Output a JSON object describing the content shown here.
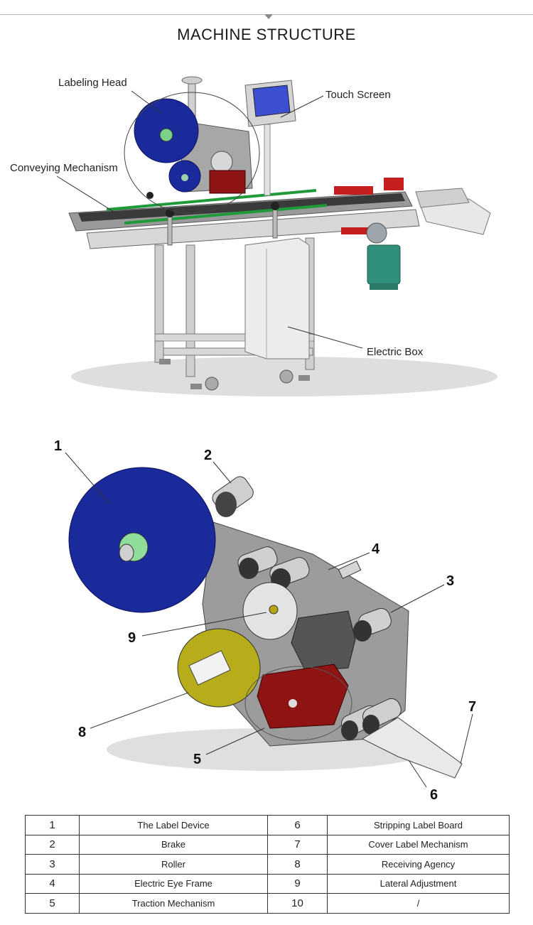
{
  "title": "MACHINE STRUCTURE",
  "machine_labels": {
    "labeling_head": "Labeling Head",
    "touch_screen": "Touch Screen",
    "conveying_mechanism": "Conveying Mechanism",
    "electric_box": "Electric Box"
  },
  "callouts": [
    "1",
    "2",
    "3",
    "4",
    "5",
    "6",
    "7",
    "8",
    "9"
  ],
  "parts_table": [
    {
      "left_no": "1",
      "left_name": "The Label Device",
      "right_no": "6",
      "right_name": "Stripping Label Board"
    },
    {
      "left_no": "2",
      "left_name": "Brake",
      "right_no": "7",
      "right_name": "Cover Label Mechanism"
    },
    {
      "left_no": "3",
      "left_name": "Roller",
      "right_no": "8",
      "right_name": "Receiving Agency"
    },
    {
      "left_no": "4",
      "left_name": "Electric Eye Frame",
      "right_no": "9",
      "right_name": "Lateral Adjustment"
    },
    {
      "left_no": "5",
      "left_name": "Traction Mechanism",
      "right_no": "10",
      "right_name": "/"
    }
  ],
  "colors": {
    "reel_blue": "#1b2a9a",
    "reel_olive": "#b7ad1a",
    "block_red": "#8e1414",
    "frame_gray": "#c9c9c9",
    "belt_green": "#1f9a3a"
  }
}
